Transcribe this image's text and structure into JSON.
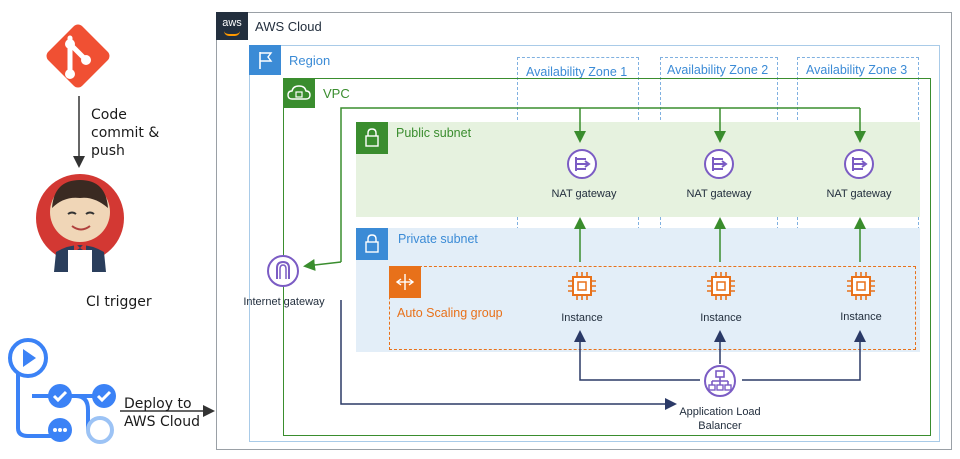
{
  "cicd": {
    "step1": "Code commit & push",
    "step1_lines": [
      "Code",
      "commit &",
      "push"
    ],
    "step2": "CI trigger",
    "step3_lines": [
      "Deploy to",
      "AWS Cloud"
    ]
  },
  "aws": {
    "logo_text": "aws",
    "title": "AWS Cloud",
    "region": "Region",
    "vpc": "VPC",
    "zones": [
      "Availability Zone 1",
      "Availability Zone 2",
      "Availability Zone 3"
    ],
    "public_subnet": "Public subnet",
    "private_subnet": "Private subnet",
    "asg": "Auto Scaling group",
    "nat": "NAT gateway",
    "instance": "Instance",
    "igw": "Internet gateway",
    "alb_lines": [
      "Application Load",
      "Balancer"
    ]
  },
  "colors": {
    "git": "#f05033",
    "aws_dark": "#232f3e",
    "region": "#3b8bd6",
    "vpc": "#3a8d2e",
    "public_fill": "#e6f2df",
    "private_fill": "#e3eef8",
    "asg": "#e8711a",
    "purple": "#7b5cc4",
    "pipeline": "#3b82f6"
  }
}
